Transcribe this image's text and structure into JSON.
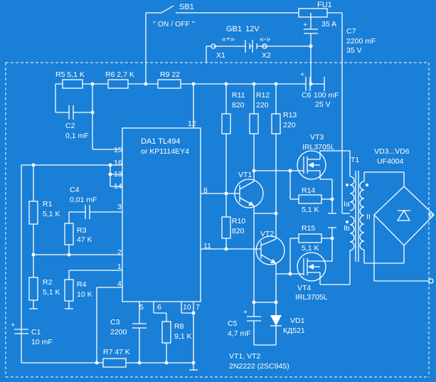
{
  "colors": {
    "background": "#1a7fd6",
    "ink": "#ffffff"
  },
  "switch": {
    "ref": "SB1",
    "caption": "\" ON / OFF \""
  },
  "battery": {
    "ref": "GB1",
    "voltage": "12V",
    "plus": "«+»",
    "minus": "«-»",
    "x1": "X1",
    "x2": "X2"
  },
  "fuse": {
    "ref": "FU1",
    "rating": "35 A"
  },
  "c7": {
    "ref": "C7",
    "cap": "2200 mF",
    "volt": "35 V"
  },
  "c6": {
    "ref": "C6",
    "cap": "100 mF",
    "volt": "25 V"
  },
  "c2": {
    "ref": "C2",
    "cap": "0,1 mF"
  },
  "c4": {
    "ref": "C4",
    "cap": "0,01 mF"
  },
  "c1": {
    "ref": "C1",
    "cap": "10 mF"
  },
  "c3": {
    "ref": "C3",
    "cap": "2200"
  },
  "c5": {
    "ref": "C5",
    "cap": "4,7 mF"
  },
  "r5": "R5 5,1 K",
  "r6": "R6 2,7 K",
  "r9": "R9 22",
  "r11": {
    "ref": "R11",
    "val": "820"
  },
  "r12": {
    "ref": "R12",
    "val": "220"
  },
  "r13": {
    "ref": "R13",
    "val": "220"
  },
  "r10": {
    "ref": "R10",
    "val": "820"
  },
  "r1": {
    "ref": "R1",
    "val": "5,1 K"
  },
  "r2": {
    "ref": "R2",
    "val": "5,1 K"
  },
  "r3": {
    "ref": "R3",
    "val": "47 K"
  },
  "r4": {
    "ref": "R4",
    "val": "10 K"
  },
  "r8": {
    "ref": "R8",
    "val": "9,1 K"
  },
  "r7": "R7 47 K",
  "r14": {
    "ref": "R14",
    "val": "5,1 K"
  },
  "r15": {
    "ref": "R15",
    "val": "5,1 K"
  },
  "ic": {
    "name": "DA1 TL494",
    "alt": "or KP1114EY4"
  },
  "pins": {
    "p12": "12",
    "p15": "15",
    "p16": "16",
    "p13": "13",
    "p14": "14",
    "p3": "3",
    "p8": "8",
    "p2": "2",
    "p1": "1",
    "p4": "4",
    "p11": "11",
    "p5": "5",
    "p6": "6",
    "p10": "10",
    "p7": "7"
  },
  "vt1": "VT1",
  "vt2": "VT2",
  "vt3": {
    "ref": "VT3",
    "type": "IRL3705L"
  },
  "vt4": {
    "ref": "VT4",
    "type": "IRL3705L"
  },
  "vd1": {
    "ref": "VD1",
    "type": "КД521"
  },
  "t1": {
    "ref": "T1",
    "w1a": "Ia",
    "w1b": "Ib",
    "w2": "II"
  },
  "bridge": {
    "ref": "VD3...VD6",
    "type": "UF4004"
  },
  "note": {
    "line1": "VT1, VT2",
    "line2": "2N2222 (2SC945)"
  }
}
